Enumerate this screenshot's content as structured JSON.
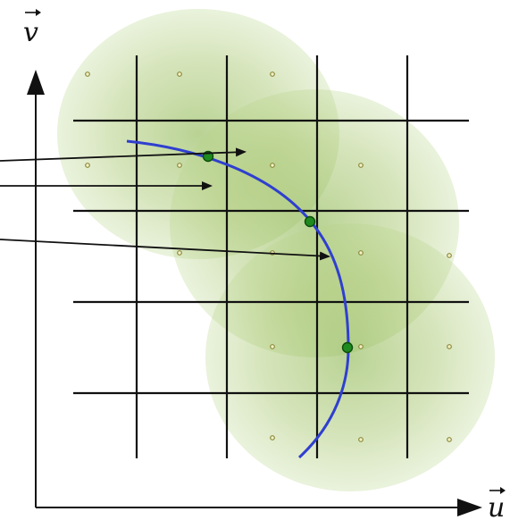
{
  "axes": {
    "v_label": "v",
    "u_label": "u"
  },
  "colors": {
    "region_fill": "#9cbf5c",
    "grid_line": "#111111",
    "curve": "#2f3fcf",
    "sample_point": "#1f8a1f",
    "cell_dot": "#8a8a3a",
    "arrow": "#111111"
  },
  "grid": {
    "columns": 4,
    "rows": 4
  },
  "regions": 3,
  "sample_points": 3,
  "pointer_arrows": 3
}
